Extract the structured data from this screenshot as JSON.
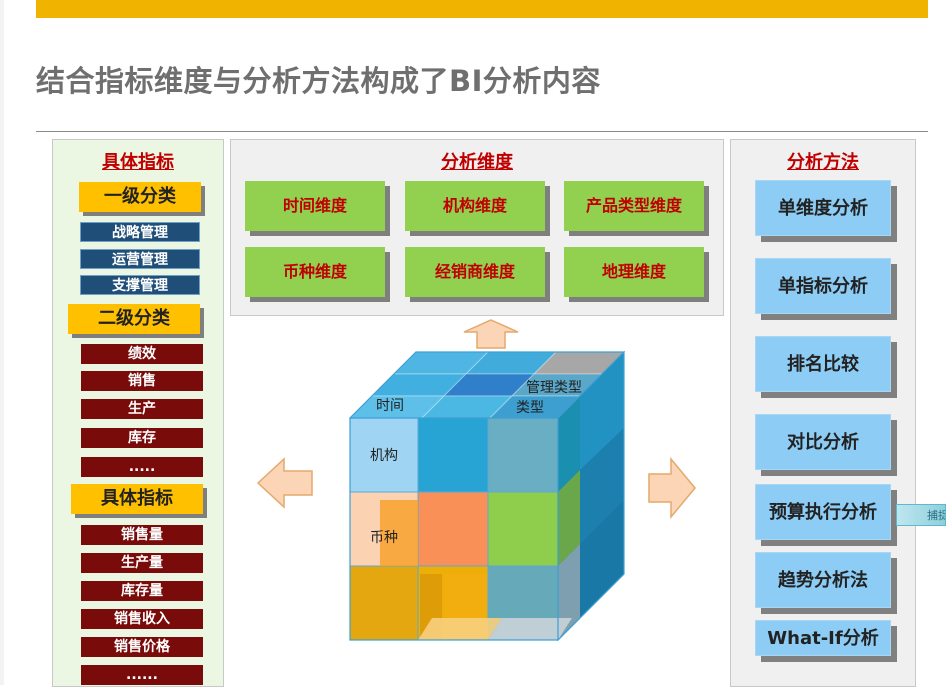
{
  "title": "结合指标维度与分析方法构成了BI分析内容",
  "left_panel": {
    "title": "具体指标",
    "level1": {
      "label": "一级分类",
      "items": [
        "战略管理",
        "运营管理",
        "支撑管理"
      ]
    },
    "level2": {
      "label": "二级分类",
      "items": [
        "绩效",
        "销售",
        "生产",
        "库存",
        "....."
      ]
    },
    "level3": {
      "label": "具体指标",
      "items": [
        "销售量",
        "生产量",
        "库存量",
        "销售收入",
        "销售价格",
        "......"
      ]
    }
  },
  "middle_panel": {
    "title": "分析维度",
    "dimensions": [
      "时间维度",
      "机构维度",
      "产品类型维度",
      "币种维度",
      "经销商维度",
      "地理维度"
    ]
  },
  "right_panel": {
    "title": "分析方法",
    "methods": [
      "单维度分析",
      "单指标分析",
      "排名比较",
      "对比分析",
      "预算执行分析",
      "趋势分析法",
      "What-If分析"
    ]
  },
  "cube": {
    "labels": [
      "时间",
      "机构",
      "币种",
      "管理类型",
      "类型"
    ]
  },
  "capture_tab": "捕捉",
  "colors": {
    "top_bar": "#f0b400",
    "panel_title": "#c00000",
    "yellow_heading": "#ffc000",
    "blue_bar": "#1f4e79",
    "red_bar": "#7a0b0b",
    "dimension_box": "#92d050",
    "method_box": "#8dcdf5",
    "arrow_fill": "#fbd5b5"
  }
}
